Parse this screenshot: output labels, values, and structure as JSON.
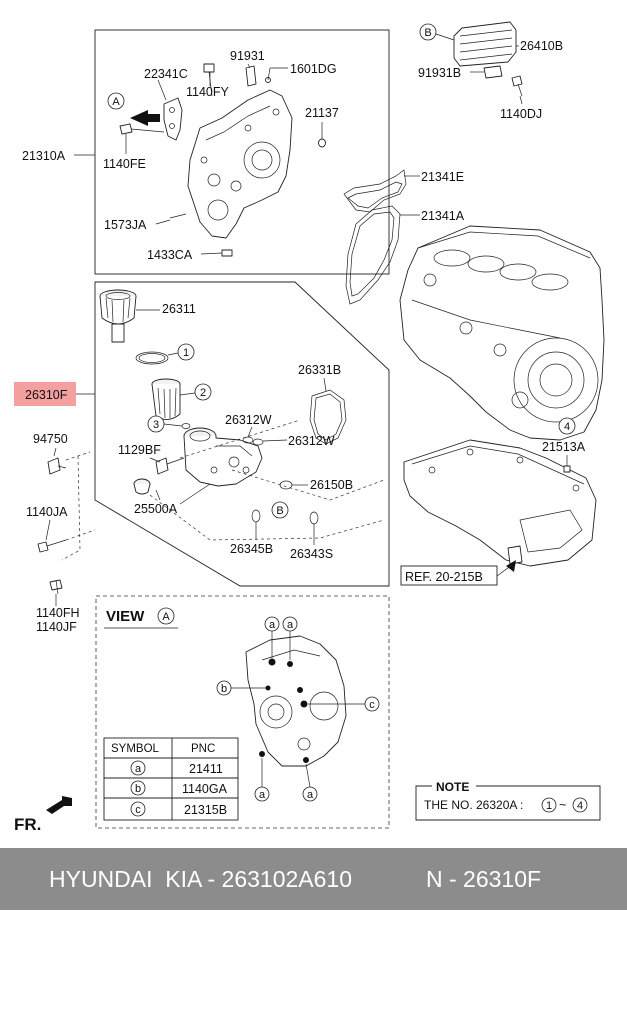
{
  "labels": {
    "l26410b": "26410B",
    "l91931b": "91931B",
    "l1140dj": "1140DJ",
    "l91931": "91931",
    "l1601dg": "1601DG",
    "l22341c": "22341C",
    "l1140fy": "1140FY",
    "l21137": "21137",
    "l21310a": "21310A",
    "l1140fe": "1140FE",
    "l1573ja": "1573JA",
    "l1433ca": "1433CA",
    "l21341e": "21341E",
    "l21341a": "21341A",
    "l26311": "26311",
    "l26310f": "26310F",
    "l26331b": "26331B",
    "l26312w_a": "26312W",
    "l26312w_b": "26312W",
    "l94750": "94750",
    "l1129bf": "1129BF",
    "l25500a": "25500A",
    "l26150b": "26150B",
    "l1140ja": "1140JA",
    "l26345b": "26345B",
    "l26343s": "26343S",
    "l21513a": "21513A",
    "l1140fh": "1140FH",
    "l1140jf": "1140JF",
    "ref": "REF. 20-215B",
    "fr": "FR."
  },
  "callouts": {
    "a_view": "A",
    "b_top": "B",
    "b_mid": "B",
    "a_mid": "A",
    "n1": "1",
    "n2": "2",
    "n3": "3",
    "n4": "4",
    "ca": "a",
    "cb": "b",
    "cc": "c"
  },
  "view": {
    "title": "VIEW",
    "letter": "A"
  },
  "symbol_table": {
    "headers": [
      "SYMBOL",
      "PNC"
    ],
    "rows": [
      {
        "symbol": "a",
        "pnc": "21411"
      },
      {
        "symbol": "b",
        "pnc": "1140GA"
      },
      {
        "symbol": "c",
        "pnc": "21315B"
      }
    ]
  },
  "note": {
    "title": "NOTE",
    "text": "THE NO. 26320A :",
    "range_start": "1",
    "tilde": "~",
    "range_end": "4"
  },
  "footer": {
    "brand": "HYUNDAI  KIA - 263102A610",
    "number": "N - 26310F"
  },
  "colors": {
    "highlight": "#f4a0a0",
    "footer_bg": "#8c8c8c"
  }
}
